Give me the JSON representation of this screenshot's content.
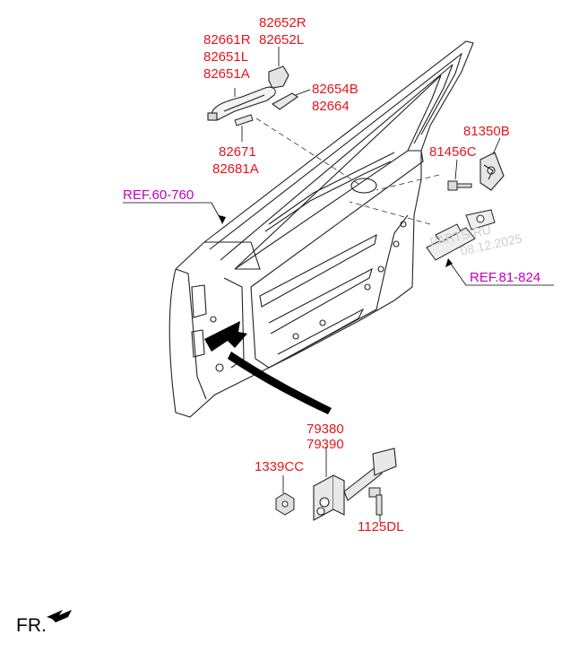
{
  "labels": {
    "outside_handle": [
      "82661R",
      "82651L",
      "82651A"
    ],
    "handle_cover": [
      "82652R",
      "82652L"
    ],
    "handle_cap": [
      "82654B",
      "82664"
    ],
    "handle_gasket": [
      "82671",
      "82681A"
    ],
    "striker": [
      "81350B"
    ],
    "striker_bolt": [
      "81456C"
    ],
    "checker": [
      "79380",
      "79390"
    ],
    "nut": [
      "1339CC"
    ],
    "bolt": [
      "1125DL"
    ]
  },
  "refs": {
    "door_panel": "REF.60-760",
    "latch": "REF.81-824"
  },
  "watermark": {
    "line1": "PARTS.RU",
    "line2": "08.12.2025"
  },
  "direction_label": "FR.",
  "colors": {
    "part_number": "#e8141b",
    "reference": "#c000c0",
    "line": "#000000"
  }
}
